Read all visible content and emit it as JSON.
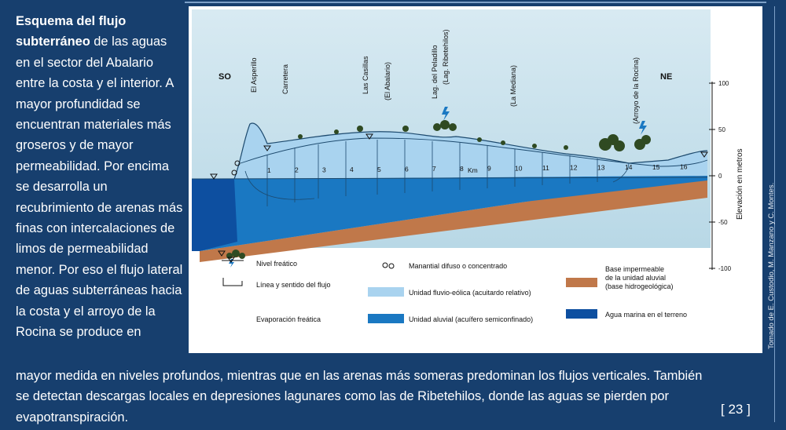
{
  "caption": {
    "bold": "Esquema del flujo subterráneo",
    "side_rest": " de las aguas en el sector del Abalario entre la costa y el interior. A mayor profundidad se encuentran materiales más groseros y de mayor permeabilidad. Por encima se desarrolla un recubrimiento de arenas más finas con intercalaciones de limos de permeabilidad menor. Por eso el flujo lateral de aguas subterráneas hacia la costa y el arroyo de la Rocina se produce en",
    "bottom": "mayor medida en niveles profundos, mientras que en las arenas más someras predominan los flujos verticales. También se detectan descargas locales en depresiones lagunares como las de Ribetehilos, donde las aguas se pierden por evapotranspiración."
  },
  "diagram": {
    "so": "SO",
    "ne": "NE",
    "places": [
      "El Asperillo",
      "Carretera",
      "Las Casillas",
      "(El Abalario)",
      "Lag. del Peladillo",
      "(Lag. Ribetehilos)",
      "(La Mediana)",
      "(Arroyo de la Rocina)"
    ],
    "km_numbers": [
      "1",
      "2",
      "3",
      "4",
      "5",
      "6",
      "7",
      "8",
      "9",
      "10",
      "11",
      "12",
      "13",
      "14",
      "15",
      "16"
    ],
    "km_label": "Km",
    "axis_label": "Elevación en metros",
    "axis_ticks": [
      "100",
      "50",
      "0",
      "-50",
      "-100"
    ]
  },
  "legend": {
    "nivel": "Nivel freático",
    "linea": "Línea y sentido del flujo",
    "evap": "Evaporación freática",
    "manantial": "Manantial difuso o concentrado",
    "fluvio": "Unidad fluvio-eólica (acuitardo relativo)",
    "aluvial": "Unidad aluvial (acuífero semiconfinado)",
    "base1": "Base impermeable",
    "base2": "de la unidad aluvial",
    "base3": "(base hidrogeológica)",
    "marina": "Agua marina en el terreno"
  },
  "colors": {
    "sky": "#cfe4ee",
    "fluvio": "#a9d3ef",
    "aluvial": "#1a78c2",
    "sea": "#0d4fa0",
    "base": "#c0784a",
    "background": "#173f6e"
  },
  "credit": "Tomado de E. Custodio, M. Manzano y C. Montes.",
  "page_number": "[ 23 ]"
}
